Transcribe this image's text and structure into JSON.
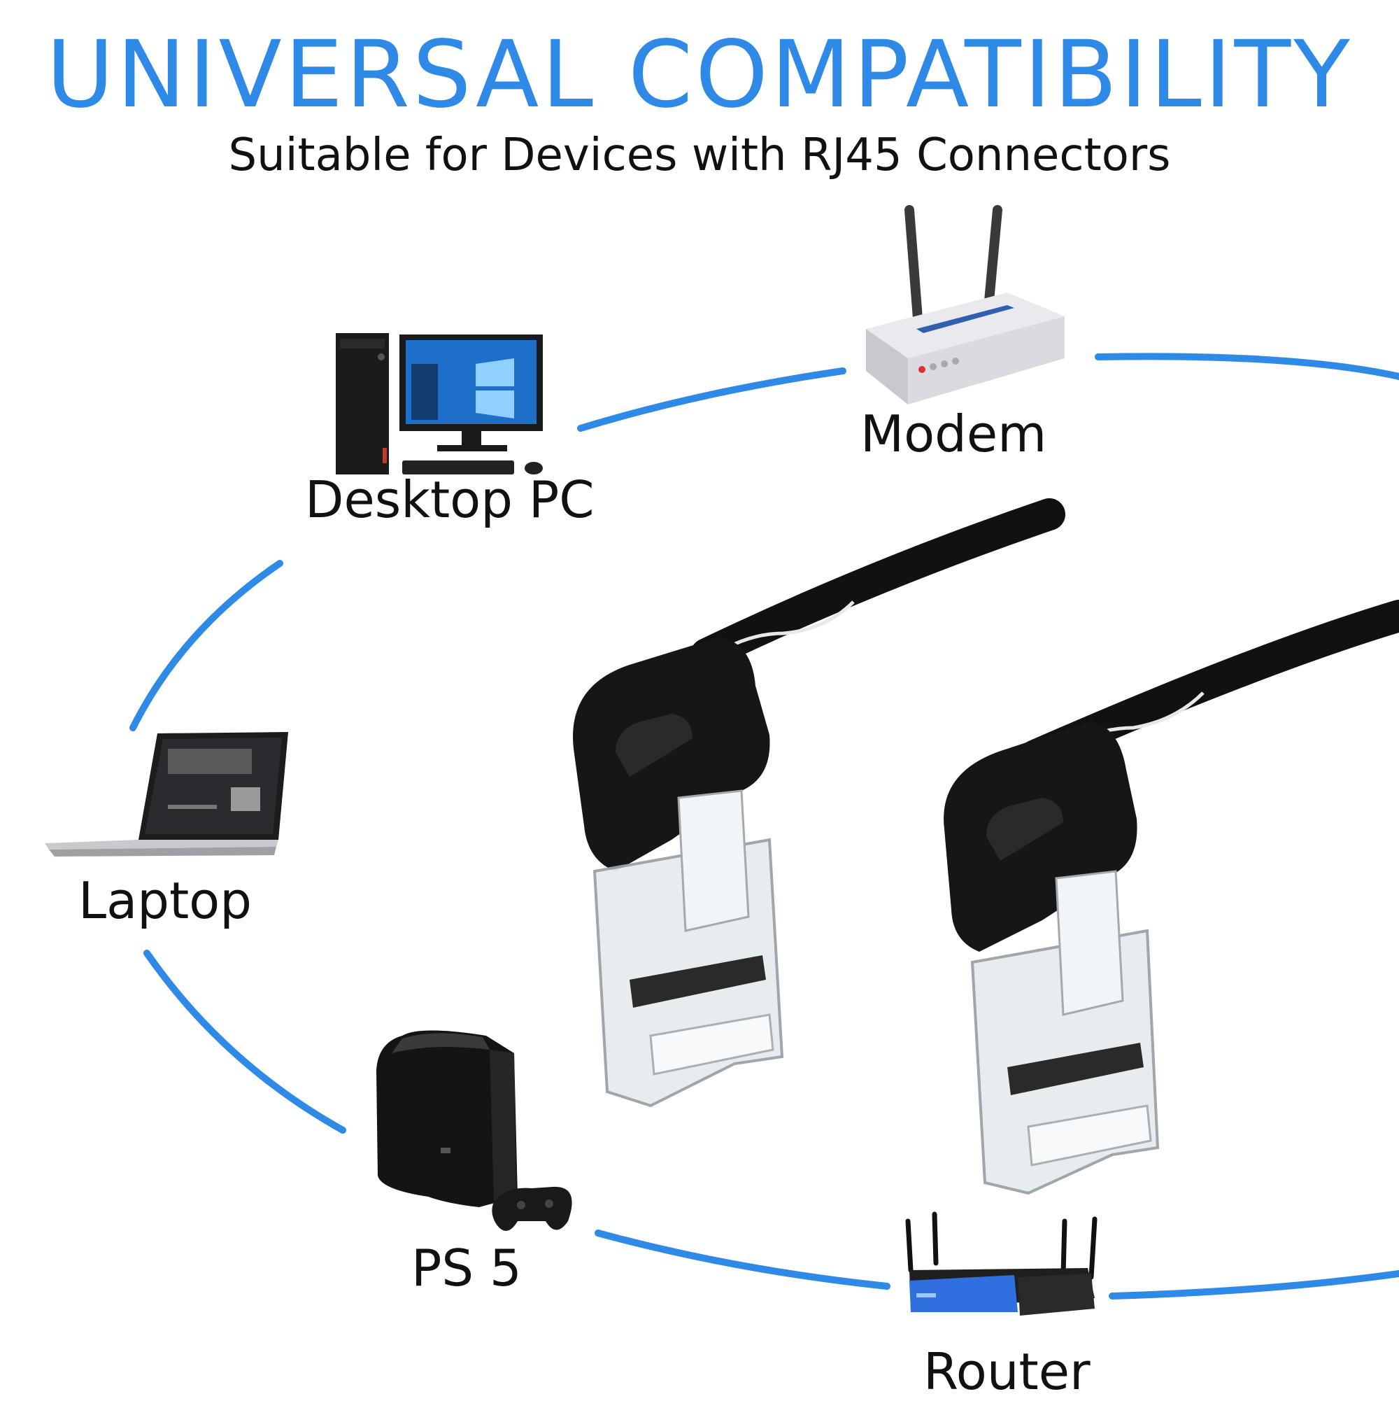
{
  "header": {
    "title": "UNIVERSAL COMPATIBILITY",
    "subtitle": "Suitable for Devices with RJ45 Connectors"
  },
  "devices": {
    "desktop": "Desktop PC",
    "modem": "Modem",
    "laptop": "Laptop",
    "ps5": "PS 5",
    "router": "Router"
  },
  "colors": {
    "accent": "#2e8ae6",
    "text": "#111111",
    "cable": "#111111"
  },
  "icons": {
    "desktop": "desktop-pc-icon",
    "modem": "modem-icon",
    "laptop": "laptop-icon",
    "ps5": "game-console-icon",
    "router": "wifi-router-icon",
    "cable": "ethernet-cable-icon"
  }
}
